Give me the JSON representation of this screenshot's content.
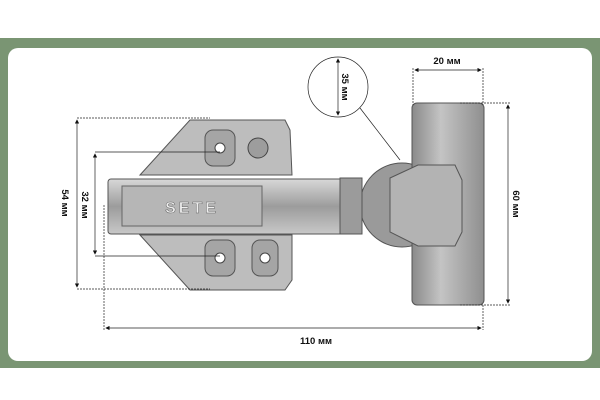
{
  "diagram": {
    "brand_mark": "SETE",
    "dimensions": {
      "total_length": "110 мм",
      "plate_height": "54 мм",
      "hole_spacing": "32 мм",
      "cup_diameter": "35 мм",
      "door_plate_width": "20 мм",
      "door_plate_height": "60 мм"
    }
  },
  "colors": {
    "frame": "#7a9573",
    "panel": "#ffffff",
    "metal": "#a9a9a9"
  }
}
